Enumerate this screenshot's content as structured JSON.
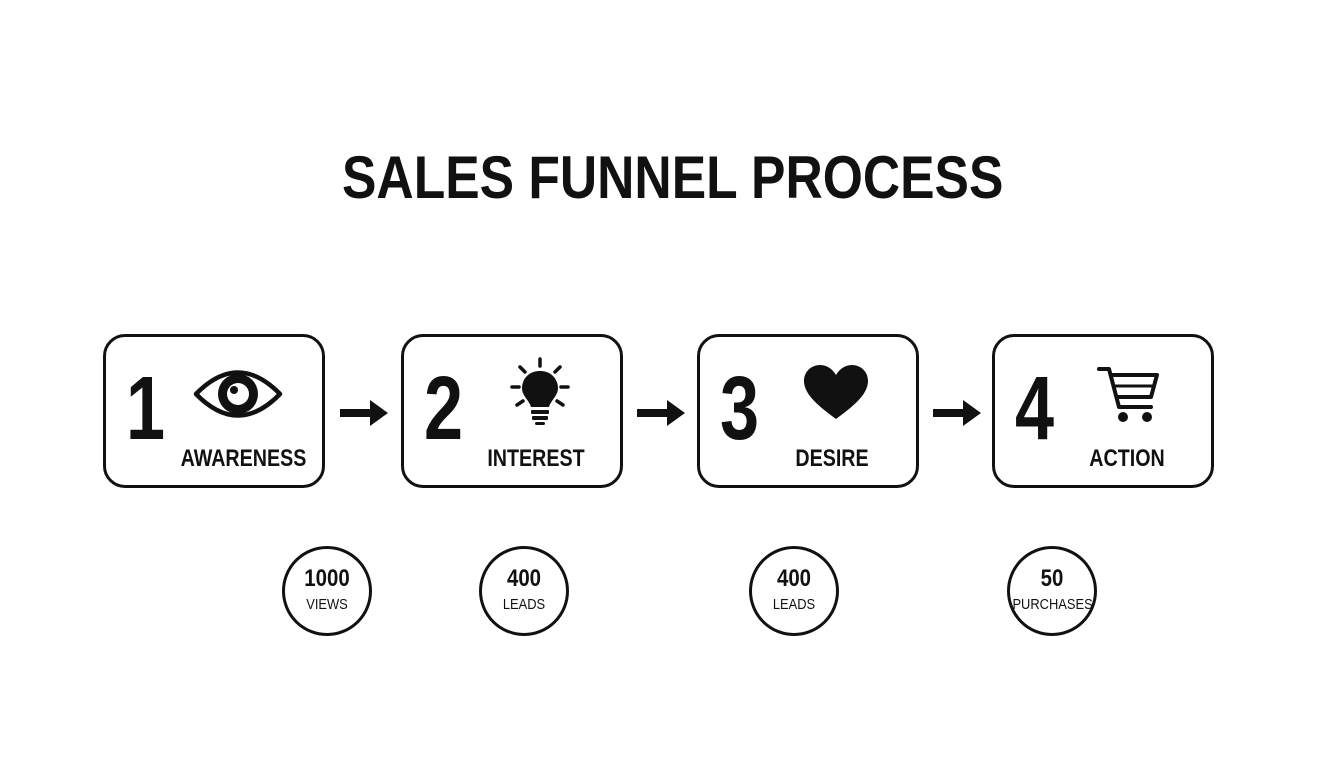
{
  "title": "SALES FUNNEL PROCESS",
  "stages": [
    {
      "number": "1",
      "label": "AWARENESS",
      "icon": "eye-icon"
    },
    {
      "number": "2",
      "label": "INTEREST",
      "icon": "lightbulb-icon"
    },
    {
      "number": "3",
      "label": "DESIRE",
      "icon": "heart-icon"
    },
    {
      "number": "4",
      "label": "ACTION",
      "icon": "shopping-cart-icon"
    }
  ],
  "metrics": [
    {
      "value": "1000",
      "unit": "VIEWS"
    },
    {
      "value": "400",
      "unit": "LEADS"
    },
    {
      "value": "400",
      "unit": "LEADS"
    },
    {
      "value": "50",
      "unit": "PURCHASES"
    }
  ],
  "colors": {
    "ink": "#111111",
    "background": "#ffffff"
  }
}
